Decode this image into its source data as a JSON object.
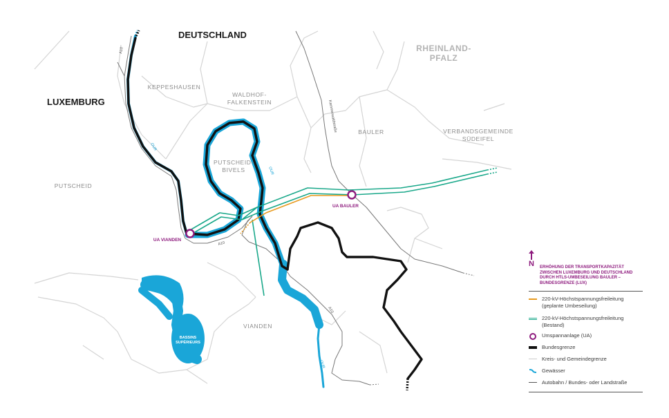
{
  "labels": {
    "countries": {
      "deutschland": "DEUTSCHLAND",
      "luxemburg": "LUXEMBURG"
    },
    "regions": {
      "rheinland_pfalz_1": "RHEINLAND-",
      "rheinland_pfalz_2": "PFALZ"
    },
    "places": {
      "keppeshausen": "KEPPESHAUSEN",
      "waldhof_1": "WALDHOF-",
      "waldhof_2": "FALKENSTEIN",
      "putscheid_bivels_1": "PUTSCHEID-",
      "putscheid_bivels_2": "BIVELS",
      "bauler": "BAULER",
      "verband_1": "VERBANDSGEMEINDE",
      "verband_2": "SÜDEIFEL",
      "putscheid": "PUTSCHEID",
      "vianden": "VIANDEN"
    },
    "stations": {
      "ua_vianden": "UA VIANDEN",
      "ua_bauler": "UA BAULER"
    },
    "roads": {
      "a10_north": "A10",
      "a10_mid": "A10",
      "a10_south": "A10",
      "kammerwald": "Kammerwaldstraße"
    },
    "water": {
      "our_1": "OUR",
      "our_2": "OUR",
      "our_3": "OUR"
    },
    "basins_1": "BASSINS",
    "basins_2": "SUPÉRIEURS"
  },
  "legend": {
    "north": "N",
    "title": "ERHÖHUNG DER TRANSPORTKAPAZITÄT\nZWISCHEN LUXEMBURG UND DEUTSCHLAND\nDURCH HTLS-UMBESEILUNG BAULER –\nBUNDESGRENZE (LUX)",
    "items": [
      {
        "label": "220-kV-Höchstspannungsfreileitung\n(geplante Umbeseilung)",
        "color": "#e89a1e"
      },
      {
        "label": "220-kV-Höchstspannungsfreileitung\n(Bestand)",
        "color": "#1aa88a"
      },
      {
        "label": "Umspannanlage (UA)",
        "color": "#8e1b7e"
      },
      {
        "label": "Bundesgrenze",
        "color": "#111111"
      },
      {
        "label": "Kreis- und Gemeindegrenze",
        "color": "#cccccc"
      },
      {
        "label": "Gewässer",
        "color": "#1aa6d8"
      },
      {
        "label": "Autobahn / Bundes- oder Landstraße",
        "color": "#555555"
      }
    ]
  },
  "colors": {
    "planned_line": "#e89a1e",
    "existing_line": "#1aa88a",
    "substation": "#8e1b7e",
    "border": "#111111",
    "admin": "#d0d0d0",
    "water": "#1aa6d8",
    "road": "#707070"
  }
}
